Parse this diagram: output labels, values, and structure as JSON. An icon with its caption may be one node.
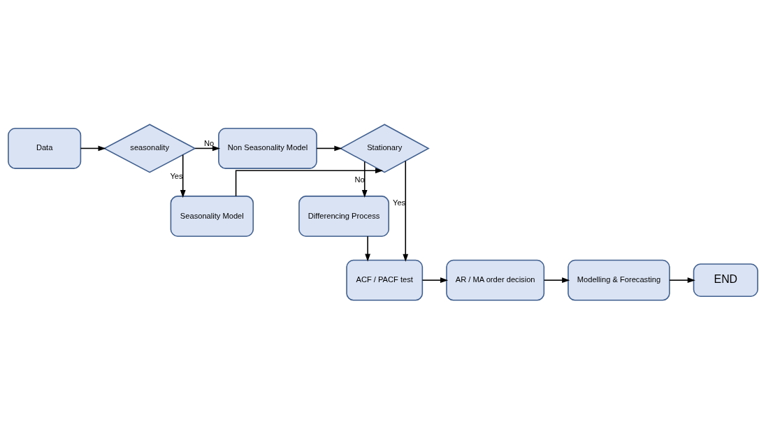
{
  "diagram": {
    "nodes": [
      {
        "text": [
          "Data"
        ]
      },
      {
        "text": [
          "seasonality"
        ]
      },
      {
        "text": [
          "Non Seasonality Model"
        ]
      },
      {
        "text": [
          "Seasonality Model"
        ]
      },
      {
        "text": [
          "Stationary"
        ]
      },
      {
        "text": [
          "Differencing Process"
        ]
      },
      {
        "text": [
          "ACF / PACF test"
        ]
      },
      {
        "text": [
          "AR / MA order decision"
        ]
      },
      {
        "text": [
          "Modelling & Forecasting"
        ]
      },
      {
        "text": [
          "END"
        ]
      }
    ],
    "edges": [
      {
        "from": 0,
        "to": 1,
        "arrow": "to"
      },
      {
        "from": 1,
        "to": 2,
        "label": "No",
        "arrow": "to"
      },
      {
        "from": 1,
        "to": 3,
        "label": "Yes",
        "arrow": "to"
      },
      {
        "from": 2,
        "to": 4,
        "arrow": "to"
      },
      {
        "from": 3,
        "to": 4,
        "arrow": "to"
      },
      {
        "from": 4,
        "to": 6,
        "label": "Yes",
        "arrow": "to"
      },
      {
        "from": 4,
        "to": 5,
        "label": "No",
        "arrow": "to"
      },
      {
        "from": 5,
        "to": 6,
        "arrow": "to"
      },
      {
        "from": 6,
        "to": 7,
        "arrow": "to"
      },
      {
        "from": 7,
        "to": 8,
        "arrow": "to"
      },
      {
        "from": 8,
        "to": 9,
        "arrow": "to"
      }
    ]
  }
}
